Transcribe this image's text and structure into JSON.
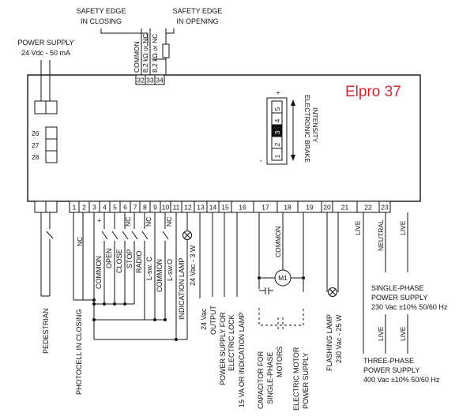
{
  "title": "Elpro 37",
  "power_supply": {
    "line1": "POWER SUPPLY",
    "line2": "24 Vdc - 50 mA"
  },
  "safety_closing": {
    "line1": "SAFETY EDGE",
    "line2": "IN CLOSING"
  },
  "safety_opening": {
    "line1": "SAFETY EDGE",
    "line2": "IN OPENING"
  },
  "top_terminals": [
    "32",
    "33",
    "34"
  ],
  "top_vertical_labels": [
    "COMMON",
    "8,2 kΩ or NC",
    "8,2 kΩ or NC"
  ],
  "side_terminals": [
    "26",
    "27",
    "28"
  ],
  "brake": {
    "numbers": [
      "5",
      "4",
      "3",
      "2",
      "1"
    ],
    "plus": "+",
    "minus": "-",
    "label1": "ELECTRONIC BRAKE",
    "label2": "INTENSITY"
  },
  "bottom_terminals": [
    "1",
    "2",
    "3",
    "4",
    "5",
    "6",
    "7",
    "8",
    "9",
    "10",
    "11",
    "12",
    "13",
    "14",
    "15",
    "16",
    "17",
    "18",
    "19",
    "20",
    "21",
    "22",
    "23"
  ],
  "contact_labels": {
    "nc1": "NC",
    "plus": "+",
    "nc_stop": "NC",
    "nc_lsc": "NC",
    "nc_lso": "NC"
  },
  "vertical_labels": {
    "pedestrian": "PEDESTRIAN",
    "photocell": "PHOTOCELL IN CLOSING",
    "common1": "COMMON",
    "open": "OPEN",
    "close": "CLOSE",
    "stop": "STOP",
    "radio": "RADIO",
    "lsw_c": "L-sw. C",
    "common2": "COMMON",
    "lsw_o": "L-sw.O",
    "ind_lamp1": "INDICATION LAMP",
    "ind_lamp2": "24 Vac - 3 W",
    "out1": "24 Vac",
    "out2": "OUTPUT",
    "ps_for1": "POWER SUPPLY FOR",
    "ps_for2": "ELECTRIC LOCK",
    "ps_for3": "15 VA OR INDICATION LAMP",
    "cap1": "CAPACITOR FOR",
    "cap2": "SINGLE-PHASE",
    "cap3": "MOTORS",
    "common_motor": "COMMON",
    "motor1": "ELECTRIC MOTOR",
    "motor2": "POWER SUPPLY",
    "flash1": "FLASHING LAMP",
    "flash2": "230 Vac - 25 W",
    "live1": "LIVE",
    "neutral": "NEUTRAL",
    "live2": "LIVE",
    "live3": "LIVE",
    "live4": "LIVE"
  },
  "motor_label": "M1",
  "single_phase": {
    "line1": "SINGLE-PHASE",
    "line2": "POWER SUPPLY",
    "line3": "230 Vac ±10% 50/60 Hz"
  },
  "three_phase": {
    "line1": "THREE-PHASE",
    "line2": "POWER SUPPLY",
    "line3": "400 Vac ±10% 50/60 Hz"
  }
}
